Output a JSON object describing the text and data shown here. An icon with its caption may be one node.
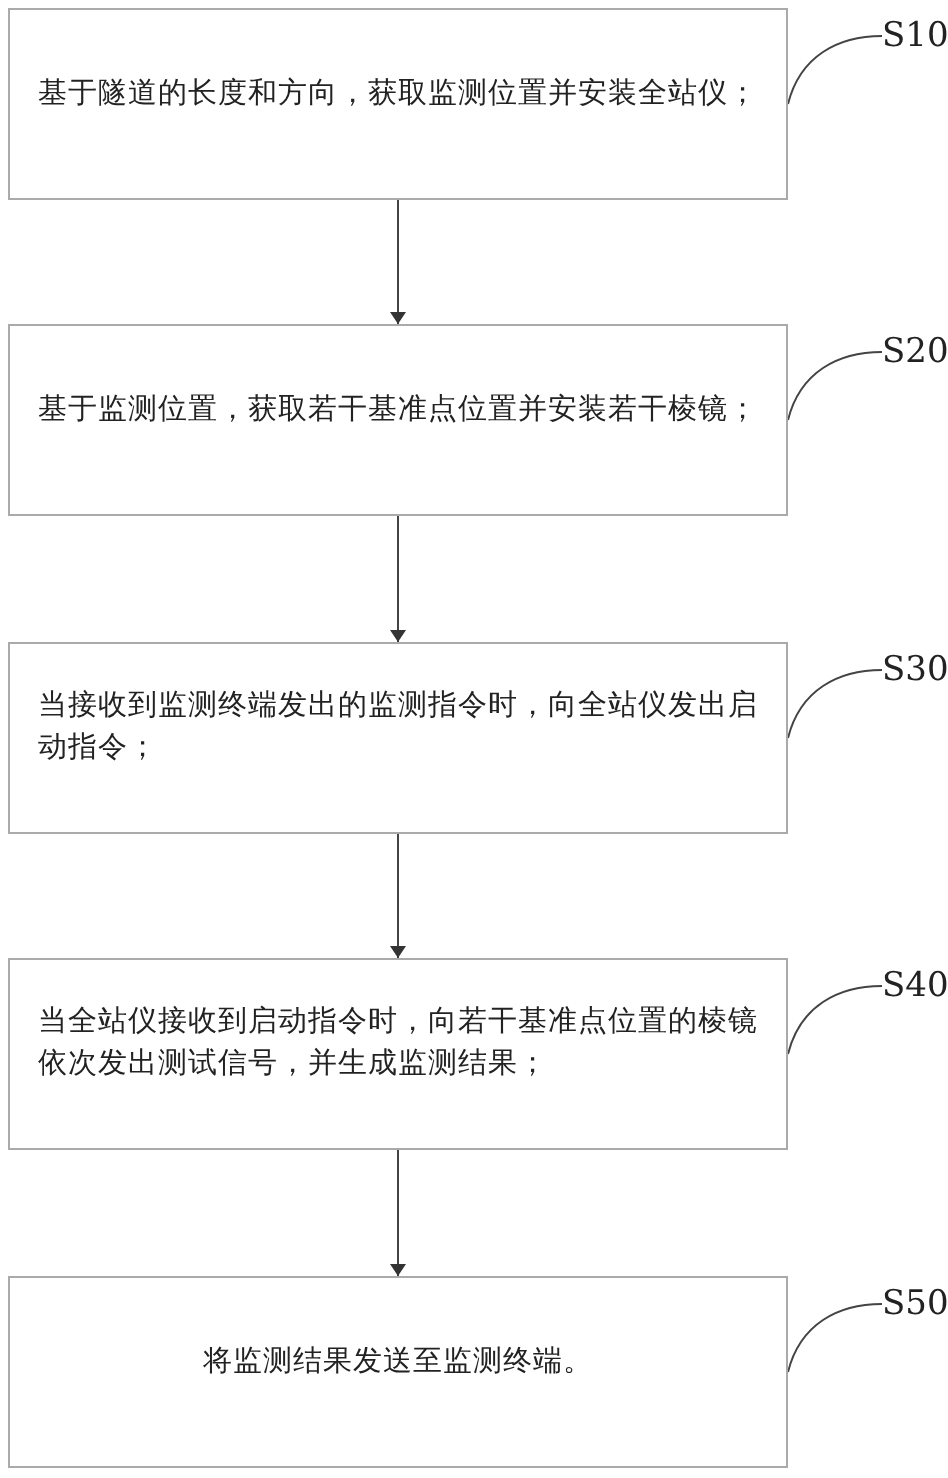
{
  "diagram": {
    "nodes": [
      {
        "text": [
          "基于隧道的长度和方向，获取监测位置并安装全站仪；"
        ]
      },
      {
        "text": [
          "S10"
        ]
      },
      {
        "text": [
          "基于监测位置，获取若干基准点位置并安装若干棱镜；"
        ]
      },
      {
        "text": [
          "S20"
        ]
      },
      {
        "text": [
          "当接收到监测终端发出的监测指令时，向全站仪发出启动指令；"
        ]
      },
      {
        "text": [
          "S30"
        ]
      },
      {
        "text": [
          "当全站仪接收到启动指令时，向若干基准点位置的棱镜依次发出测试信号，并生成监测结果；"
        ]
      },
      {
        "text": [
          "S40"
        ]
      },
      {
        "text": [
          "将监测结果发送至监测终端。"
        ]
      },
      {
        "text": [
          "S50"
        ]
      }
    ],
    "edges": [
      {
        "from": 0,
        "to": 2,
        "arrow": "to"
      },
      {
        "from": 2,
        "to": 4,
        "arrow": "to"
      },
      {
        "from": 4,
        "to": 6,
        "arrow": "to"
      },
      {
        "from": 6,
        "to": 8,
        "arrow": "to"
      },
      {
        "from": 1,
        "to": 0,
        "arrow": "none"
      },
      {
        "from": 3,
        "to": 2,
        "arrow": "none"
      },
      {
        "from": 5,
        "to": 4,
        "arrow": "none"
      },
      {
        "from": 7,
        "to": 6,
        "arrow": "none"
      },
      {
        "from": 9,
        "to": 8,
        "arrow": "none"
      }
    ]
  }
}
